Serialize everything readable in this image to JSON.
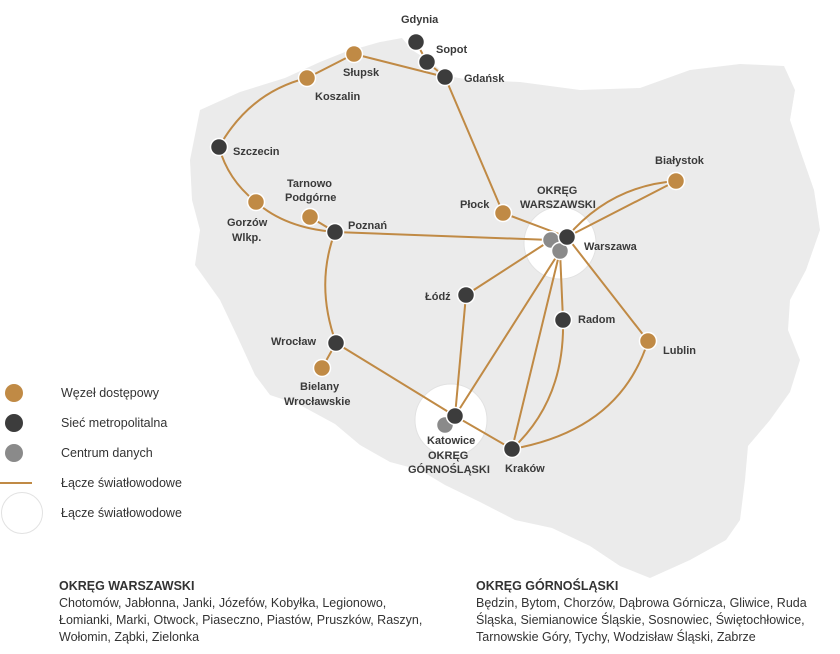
{
  "map": {
    "cities": {
      "gdynia": "Gdynia",
      "sopot": "Sopot",
      "gdansk": "Gdańsk",
      "slupsk": "Słupsk",
      "koszalin": "Koszalin",
      "szczecin": "Szczecin",
      "gorzow": [
        "Gorzów",
        "Wlkp."
      ],
      "tarnowo": [
        "Tarnowo",
        "Podgórne"
      ],
      "poznan": "Poznań",
      "plock": "Płock",
      "bialystok": "Białystok",
      "warszawa": "Warszawa",
      "lodz": "Łódź",
      "radom": "Radom",
      "lublin": "Lublin",
      "wroclaw": "Wrocław",
      "bielany": [
        "Bielany",
        "Wrocławskie"
      ],
      "katowice": "Katowice",
      "krakow": "Kraków"
    },
    "regions": {
      "warszawski": [
        "OKRĘG",
        "WARSZAWSKI"
      ],
      "gornoslaski": [
        "OKRĘG",
        "GÓRNOŚLĄSKI"
      ]
    },
    "colors": {
      "access_node": "#c08a45",
      "metro_network": "#3c3c3c",
      "data_center": "#8a8a8a",
      "fiber_link": "#c08a45",
      "land": "#ebebeb"
    }
  },
  "legend": {
    "items": [
      {
        "label": "Węzeł dostępowy",
        "icon": "access-node-dot"
      },
      {
        "label": "Sieć metropolitalna",
        "icon": "metro-network-dot"
      },
      {
        "label": "Centrum danych",
        "icon": "data-center-dot"
      },
      {
        "label": "Łącze światłowodowe",
        "icon": "fiber-link-line"
      },
      {
        "label": "Łącze światłowodowe",
        "icon": "region-circle"
      }
    ]
  },
  "notes": {
    "warszawski": {
      "title": "OKRĘG WARSZAWSKI",
      "body": "Chotomów, Jabłonna, Janki, Józefów, Kobyłka, Legionowo, Łomianki, Marki, Otwock, Piaseczno, Piastów, Pruszków, Raszyn, Wołomin, Ząbki, Zielonka"
    },
    "gornoslaski": {
      "title": "OKRĘG GÓRNOŚLĄSKI",
      "body": "Będzin, Bytom, Chorzów, Dąbrowa Górnicza, Gliwice, Ruda Śląska, Siemianowice Śląskie, Sosnowiec, Świętochłowice, Tarnowskie Góry, Tychy, Wodzisław Śląski, Zabrze"
    }
  }
}
